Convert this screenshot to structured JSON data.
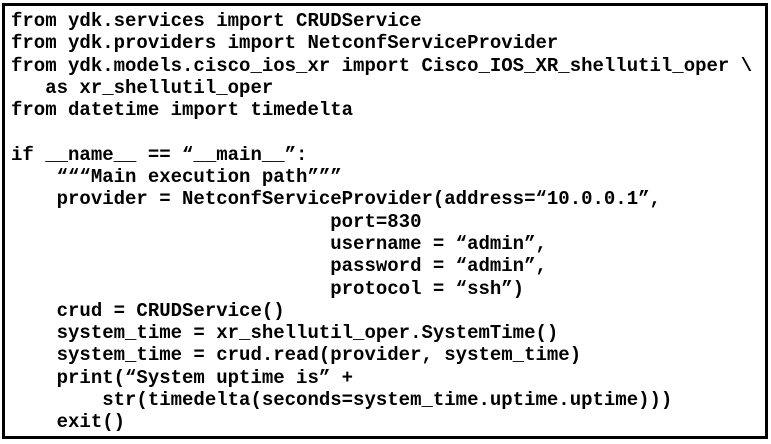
{
  "colors": {
    "background": "#ffffff",
    "border": "#000000",
    "text": "#000000"
  },
  "code": {
    "language": "python",
    "lines": [
      "from ydk.services import CRUDService",
      "from ydk.providers import NetconfServiceProvider",
      "from ydk.models.cisco_ios_xr import Cisco_IOS_XR_shellutil_oper \\",
      "   as xr_shellutil_oper",
      "from datetime import timedelta",
      "",
      "if __name__ == “__main__”:",
      "    “““Main execution path”””",
      "    provider = NetconfServiceProvider(address=“10.0.0.1”,",
      "                            port=830",
      "                            username = “admin”,",
      "                            password = “admin”,",
      "                            protocol = “ssh”)",
      "    crud = CRUDService()",
      "    system_time = xr_shellutil_oper.SystemTime()",
      "    system_time = crud.read(provider, system_time)",
      "    print(“System uptime is” +",
      "        str(timedelta(seconds=system_time.uptime.uptime)))",
      "    exit()"
    ]
  }
}
